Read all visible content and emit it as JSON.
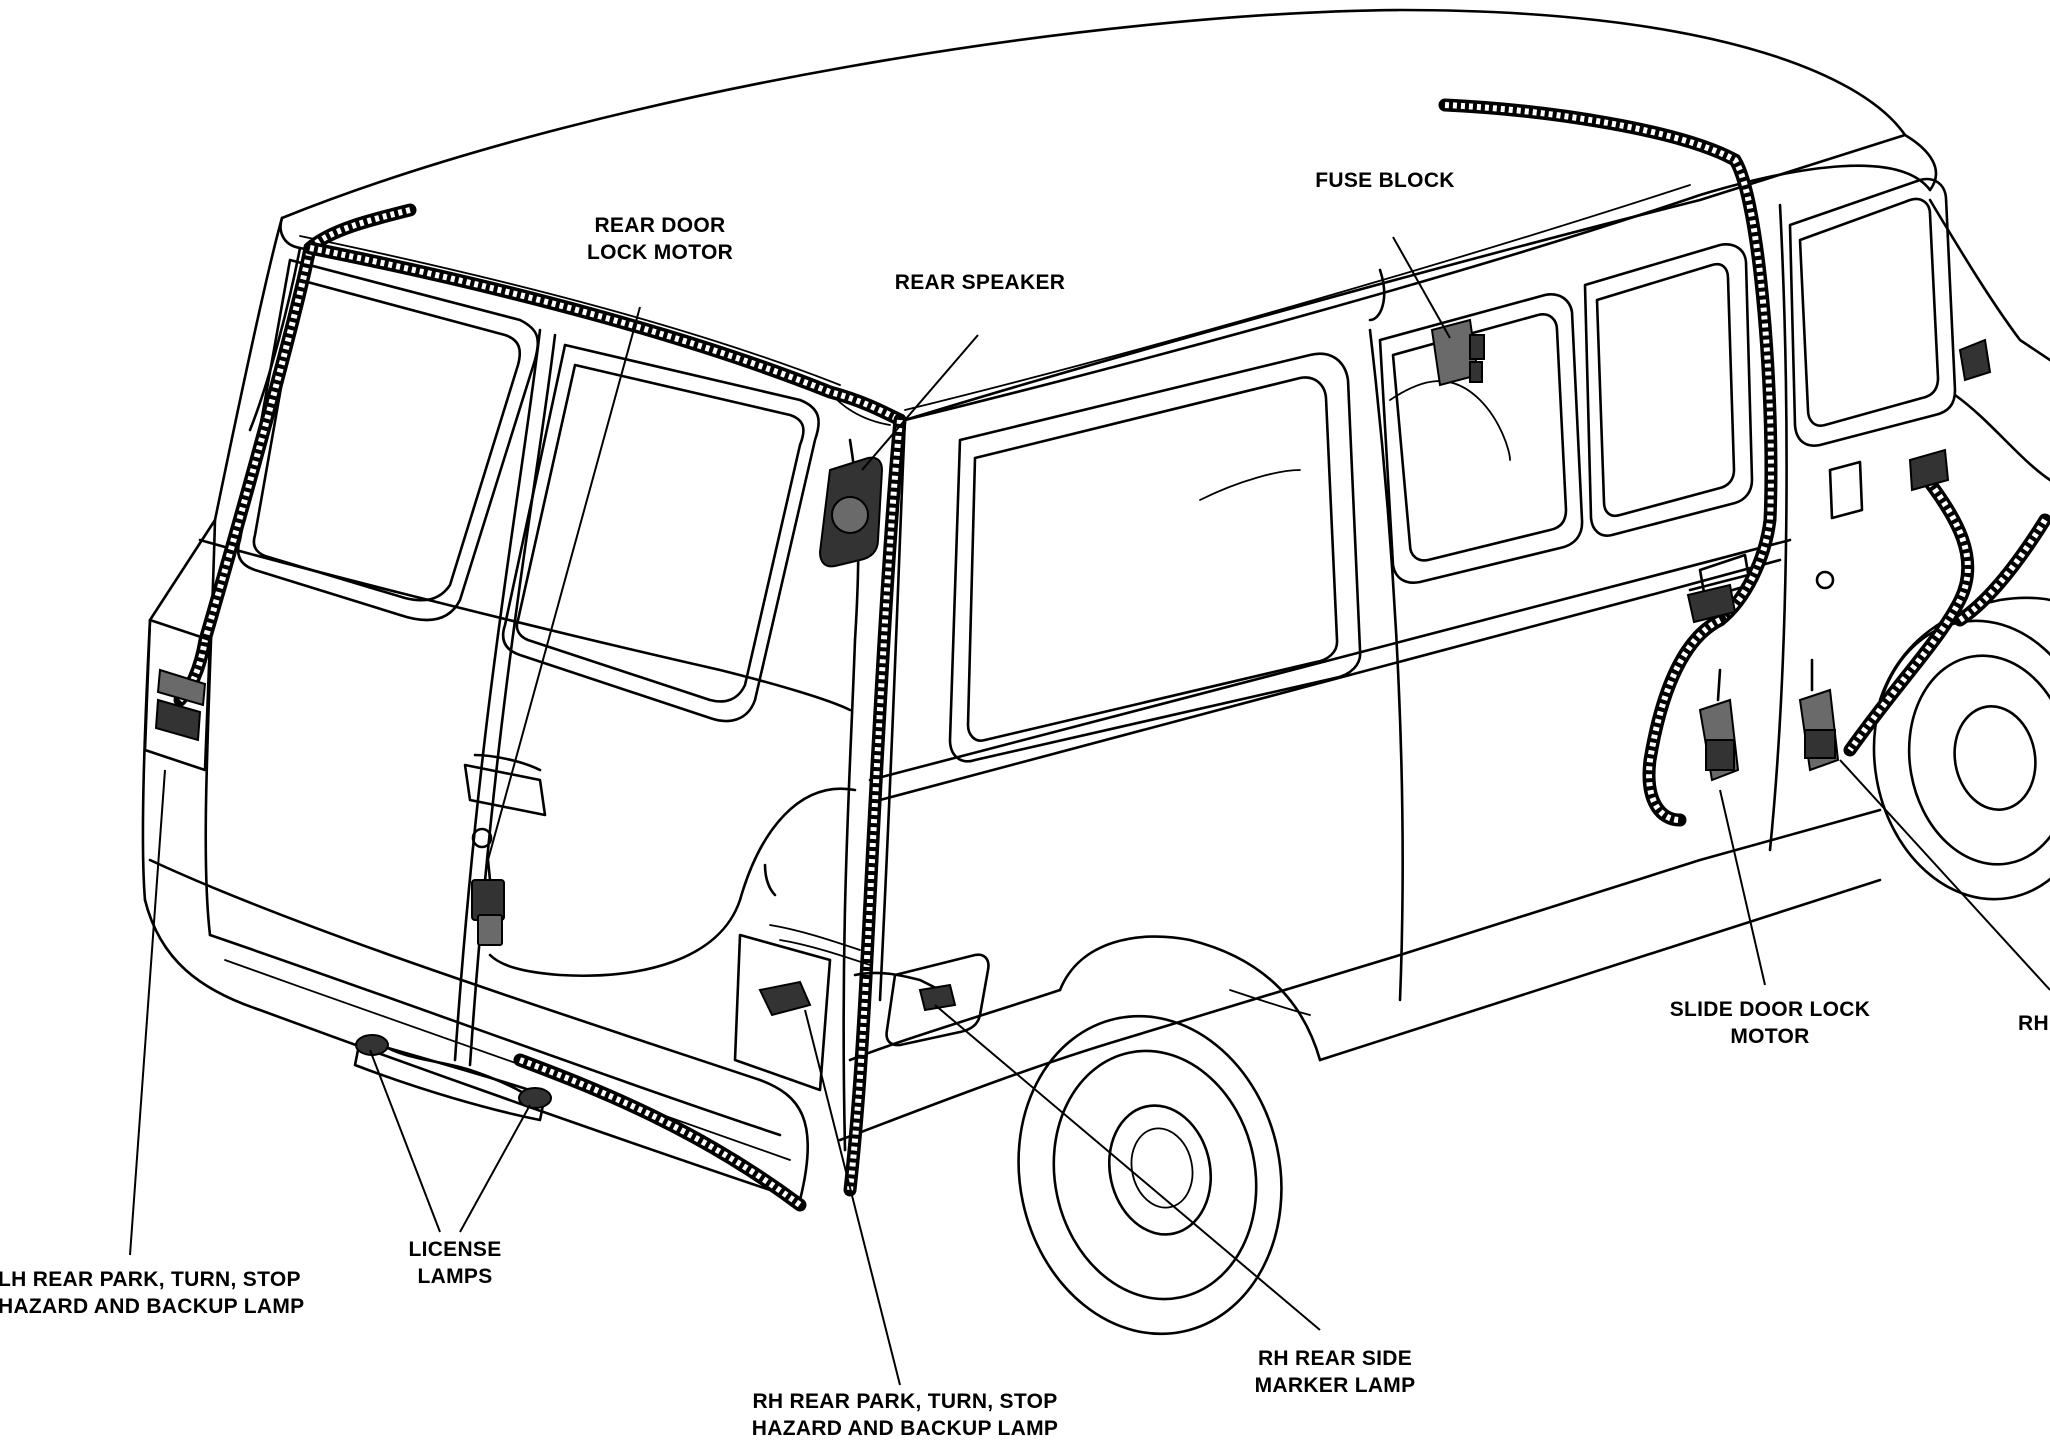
{
  "labels": {
    "rear_door_lock_motor": [
      "REAR DOOR",
      "LOCK MOTOR"
    ],
    "rear_speaker": [
      "REAR SPEAKER"
    ],
    "fuse_block": [
      "FUSE BLOCK"
    ],
    "slide_door_lock_motor": [
      "SLIDE DOOR LOCK",
      "MOTOR"
    ],
    "rh_cut": [
      "RH"
    ],
    "license_lamps": [
      "LICENSE",
      "LAMPS"
    ],
    "lh_rear_lamp": [
      "LH REAR PARK, TURN, STOP",
      "HAZARD AND BACKUP LAMP"
    ],
    "rh_rear_side_marker": [
      "RH REAR SIDE",
      "MARKER LAMP"
    ],
    "rh_rear_lamp": [
      "RH REAR PARK, TURN, STOP",
      "HAZARD AND BACKUP LAMP"
    ]
  }
}
